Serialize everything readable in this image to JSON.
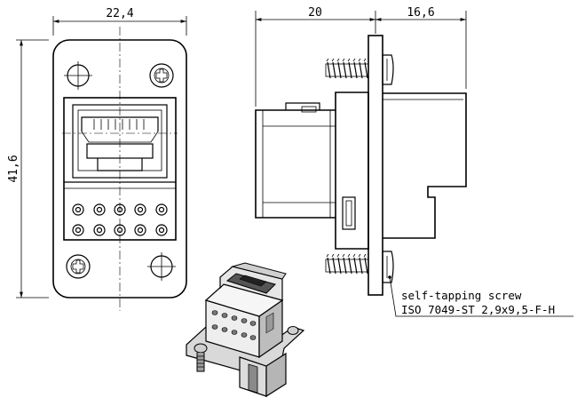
{
  "dimensions": {
    "front_width": "22,4",
    "front_height": "41,6",
    "side_depth_rear": "20",
    "side_depth_front": "16,6"
  },
  "note": {
    "line1": "self-tapping screw",
    "line2": "ISO 7049-ST 2,9x9,5-F-H"
  }
}
